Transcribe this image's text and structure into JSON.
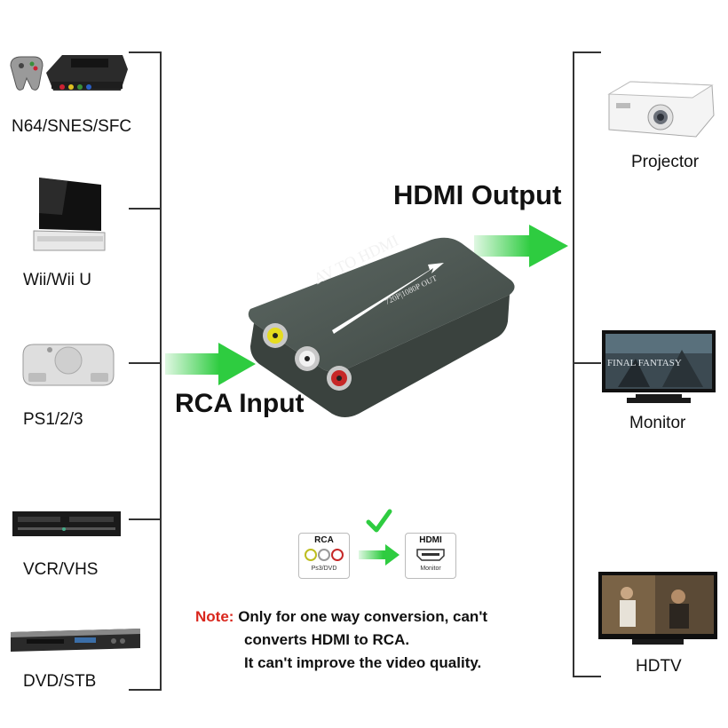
{
  "sources": [
    {
      "label": "N64/SNES/SFC",
      "icon": "game-console-icon"
    },
    {
      "label": "Wii/Wii U",
      "icon": "wii-console-icon"
    },
    {
      "label": "PS1/2/3",
      "icon": "playstation-console-icon"
    },
    {
      "label": "VCR/VHS",
      "icon": "vcr-player-icon"
    },
    {
      "label": "DVD/STB",
      "icon": "dvd-player-icon"
    }
  ],
  "displays": [
    {
      "label": "Projector",
      "icon": "projector-icon"
    },
    {
      "label": "Monitor",
      "icon": "monitor-icon"
    },
    {
      "label": "HDTV",
      "icon": "hdtv-icon"
    }
  ],
  "input_label": "RCA Input",
  "output_label": "HDMI Output",
  "device": {
    "title": "AV TO HDMI",
    "subtitle": "720P|1080P OUT"
  },
  "mini": {
    "rca": "RCA",
    "rca_sub": "Ps3/DVD",
    "hdmi": "HDMI",
    "hdmi_sub": "Monitor"
  },
  "note": {
    "prefix": "Note:",
    "line1": "Only for one way conversion, can't",
    "line2": "converts HDMI to RCA.",
    "line3": "It can't improve the video quality."
  },
  "colors": {
    "arrow_green": "#2ecc40",
    "note_red": "#d9261c",
    "device_body": "#4a5450"
  }
}
